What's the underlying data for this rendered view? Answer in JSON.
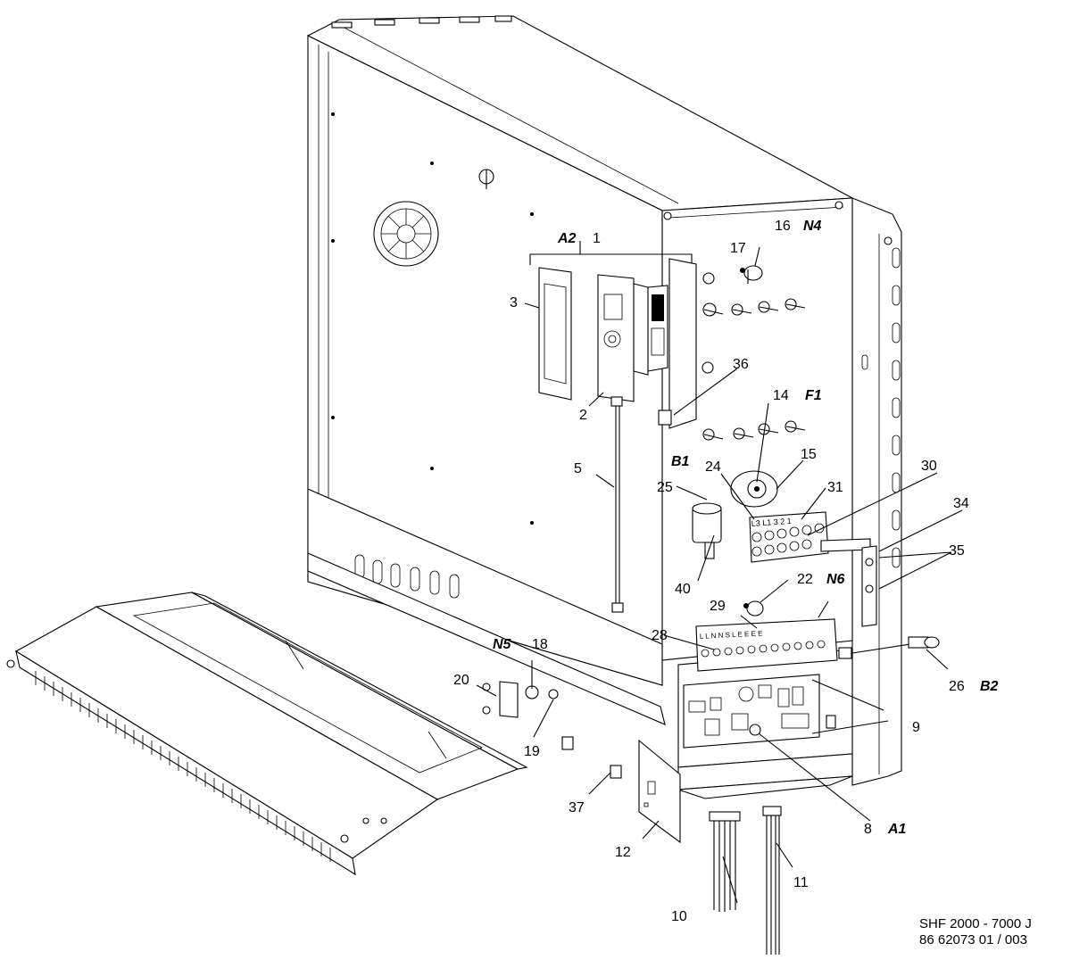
{
  "callouts": {
    "c1": "1",
    "c2": "2",
    "c3": "3",
    "c5": "5",
    "c8": "8",
    "c9": "9",
    "c10": "10",
    "c11": "11",
    "c12": "12",
    "c14": "14",
    "c15": "15",
    "c16": "16",
    "c17": "17",
    "c18": "18",
    "c19": "19",
    "c20": "20",
    "c22": "22",
    "c24": "24",
    "c25": "25",
    "c26": "26",
    "c28": "28",
    "c29": "29",
    "c30": "30",
    "c31": "31",
    "c34": "34",
    "c35": "35",
    "c36": "36",
    "c37": "37",
    "c40": "40"
  },
  "designators": {
    "a1": "A1",
    "a2": "A2",
    "b1": "B1",
    "b2": "B2",
    "f1": "F1",
    "n4": "N4",
    "n5": "N5",
    "n6": "N6"
  },
  "terminal_marks": {
    "upper": "L3 L1 3 2 1",
    "lower": "L L N N S  L E E E E"
  },
  "footer": {
    "model": "SHF 2000 - 7000 J",
    "doc_number": "86 62073 01 / 003"
  }
}
